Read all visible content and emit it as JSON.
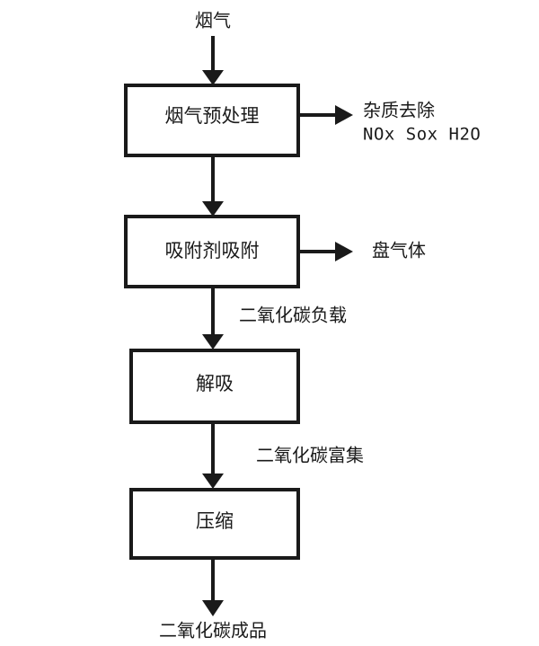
{
  "diagram": {
    "title": "CO2 capture process flow diagram",
    "colors": {
      "stroke": "#1a1a1a",
      "box_fill": "#ffffff",
      "background": "#ffffff"
    },
    "inlet_label": "烟气",
    "outlet_label": "二氧化碳成品",
    "boxes": [
      {
        "id": "pretreatment",
        "label": "烟气预处理"
      },
      {
        "id": "adsorption",
        "label": "吸附剂吸附"
      },
      {
        "id": "desorption",
        "label": "解吸"
      },
      {
        "id": "compression",
        "label": "压缩"
      }
    ],
    "side_outputs": [
      {
        "id": "impurity-removal",
        "line1": "杂质去除",
        "line2": "NOx  Sox  H2O"
      },
      {
        "id": "lean-gas",
        "line1": "盘气体",
        "line2": ""
      }
    ],
    "edge_labels": [
      {
        "id": "co2-loaded",
        "label": "二氧化碳负载"
      },
      {
        "id": "co2-enriched",
        "label": "二氧化碳富集"
      }
    ]
  }
}
